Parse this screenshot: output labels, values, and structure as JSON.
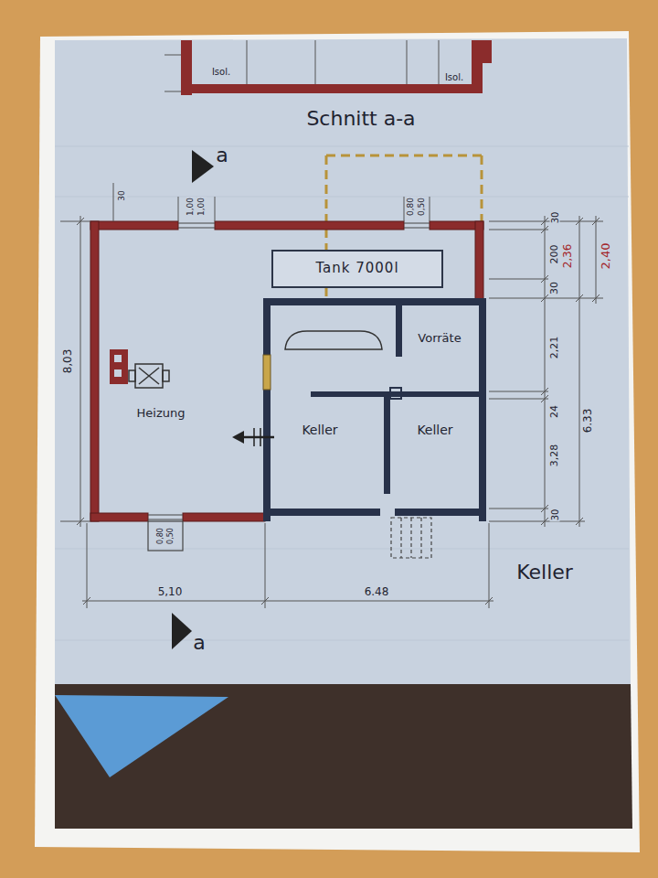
{
  "diagram": {
    "nodes": [
      {
        "text": [
          "Tank 7000l"
        ]
      },
      {
        "text": [
          "Vorräte"
        ]
      },
      {
        "text": [
          "Keller"
        ]
      },
      {
        "text": [
          "Keller"
        ]
      }
    ],
    "labels": [
      "Schnitt a-a",
      "Isol.",
      "Isol.",
      "a",
      "30",
      "1,00",
      "1,00",
      "0,80",
      "0,50",
      "Heizung",
      "8,03",
      "30",
      "200",
      "30",
      "2,21",
      "24",
      "3,28",
      "30",
      "2,36",
      "2,40",
      "6.33",
      "0,80",
      "0,50",
      "5,10",
      "6.48",
      "Keller",
      "a"
    ]
  }
}
